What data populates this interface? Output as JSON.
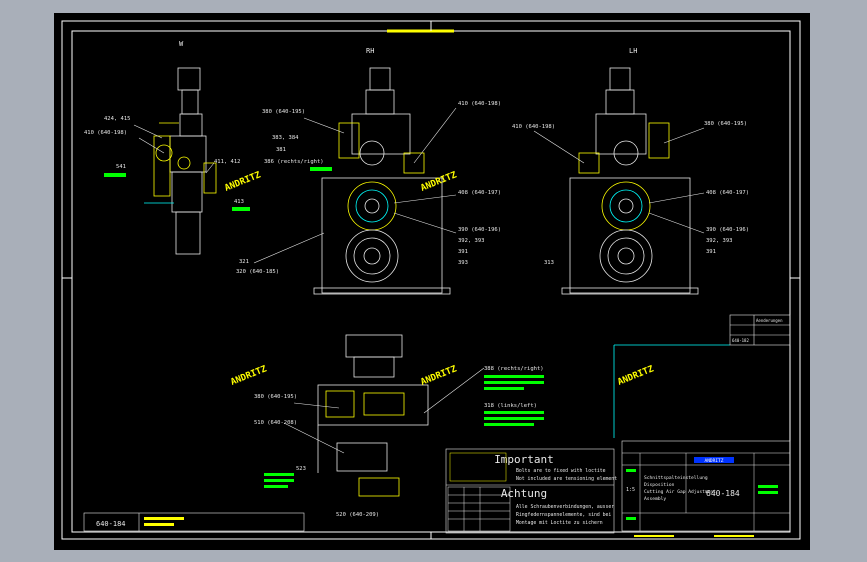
{
  "drawing": {
    "view_labels": {
      "top_left": "W",
      "rh": "RH",
      "lh": "LH"
    },
    "callouts_side": [
      {
        "text": "424, 415"
      },
      {
        "text": "410 (640-198)"
      },
      {
        "text": "541"
      },
      {
        "text": "411, 412"
      },
      {
        "text": "413"
      },
      {
        "text": "321"
      },
      {
        "text": "320 (640-185)"
      }
    ],
    "callouts_rh": [
      {
        "text": "380 (640-195)"
      },
      {
        "text": "383, 384"
      },
      {
        "text": "381"
      },
      {
        "text": "386 (rechts/right)"
      },
      {
        "text": "410 (640-198)"
      },
      {
        "text": "408 (640-197)"
      },
      {
        "text": "390 (640-196)"
      },
      {
        "text": "392, 393"
      },
      {
        "text": "391"
      },
      {
        "text": "393"
      }
    ],
    "callouts_lh": [
      {
        "text": "410 (640-198)"
      },
      {
        "text": "380 (640-195)"
      },
      {
        "text": "408 (640-197)"
      },
      {
        "text": "390 (640-196)"
      },
      {
        "text": "392, 393"
      },
      {
        "text": "391"
      },
      {
        "text": "313"
      }
    ],
    "callouts_plan": [
      {
        "text": "380 (640-195)"
      },
      {
        "text": "510 (640-208)"
      },
      {
        "text": "523"
      },
      {
        "text": "520 (640-209)"
      },
      {
        "text": "388 (rechts/right)"
      },
      {
        "text": "318 (links/left)"
      }
    ],
    "watermarks": [
      "ANDRITZ",
      "ANDRITZ",
      "ANDRITZ",
      "ANDRITZ",
      "ANDRITZ"
    ]
  },
  "notes": {
    "important_title": "Important",
    "important_line1": "Bolts are to fixed with loctite",
    "important_line2": "Not included are tensioning element",
    "achtung_title": "Achtung",
    "achtung_line1": "Alle Schraubenverbindungen, ausser",
    "achtung_line2": "Ringfedernspannelemente, sind bei",
    "achtung_line3": "Montage mit Loctite zu sichern"
  },
  "title_block": {
    "left_number": "640-184",
    "right_number": "640-184",
    "desc1": "Schnittspalteinstellung",
    "desc2": "Disposition",
    "desc3": "Cutting Air Gap Adjustment",
    "desc4": "Assembly",
    "scale": "1:5",
    "revision_header": "Aenderungen",
    "rev_ref": "640-182",
    "company": "ANDRITZ"
  }
}
